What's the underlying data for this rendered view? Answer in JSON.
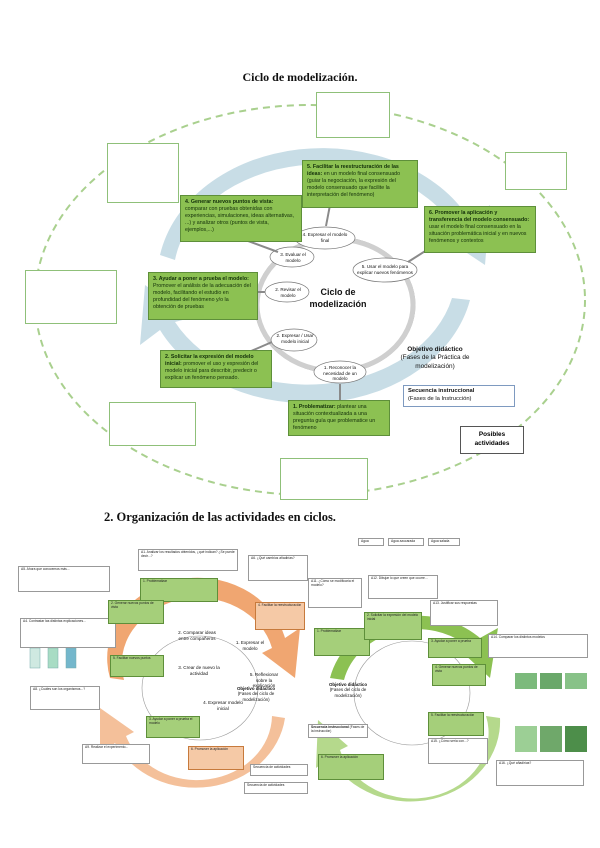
{
  "headings": {
    "section1": "Ciclo de modelización.",
    "section2": "2.   Organización de las actividades en ciclos."
  },
  "cycle": {
    "center": "Ciclo de modelización",
    "steps": [
      "4. Expresar el modelo final",
      "5. Usar el modelo para explicar nuevos fenómenos",
      "3. Evaluar el modelo",
      "2. Revisar el modelo",
      "2. Expresar / Usar modelo inicial",
      "1. Reconocer la necesidad de un modelo"
    ],
    "boxes": [
      {
        "bold": "1. Problematizar:",
        "text": "plantear una situación contextualizada a una pregunta guía que problematice un fenómeno"
      },
      {
        "bold": "2. Solicitar la expresión del modelo inicial:",
        "text": "promover el uso y expresión del modelo inicial para describir, predecir o explicar un fenómeno pensado."
      },
      {
        "bold": "3. Ayudar a poner a prueba el modelo:",
        "text": "Promover el análisis de la adecuación del modelo, facilitando el estudio en profundidad del fenómeno y/o la obtención de pruebas"
      },
      {
        "bold": "4. Generar nuevos puntos de vista:",
        "text": "comparar con pruebas obtenidas con experiencias, simulaciones, ideas alternativas, ...) y analizar otros (puntos de vista, ejemplos,...)"
      },
      {
        "bold": "5. Facilitar la reestructuración de las ideas:",
        "text": "en un modelo final consensuado (guiar la negociación, la expresión del modelo consensuado que facilite la interpretación del fenómeno)"
      },
      {
        "bold": "6. Promover la aplicación y transferencia del modelo consensuado:",
        "text": "usar el modelo final consensuado en la situación problemática inicial y en nuevos fenómenos y contextos"
      }
    ],
    "objective": {
      "title": "Objetivo didáctico",
      "subtitle": "(Fases de la Práctica de modelización)"
    },
    "sequence": {
      "title": "Secuencia instruccional",
      "subtitle": "(Fases de la Instrucción)"
    },
    "possible": "Posibles actividades"
  },
  "detail": {
    "left": {
      "boxes": [
        "A1. Analizar los resultados obtenidos, ¿qué indican? ¿Se puede decir...?",
        "A5. Ahora que conocemos más...",
        "A4. Contrastar las distintas explicaciones...",
        "A6. ¿Qué cambios añadirías?",
        "A8. ¿Cuáles son los organismos...?",
        "A9. Realizar el experimento..."
      ],
      "green_boxes": [
        "1. Problematizar",
        "2. Generar nuevos puntos de vista",
        "5. Facilitar nuevos puntos",
        "3. Ayudar a poner a prueba el modelo"
      ],
      "orange_boxes": [
        "4. Facilitar la reestructuración",
        "6. Promover la aplicación"
      ],
      "steps": [
        "1. Expresar el modelo",
        "2. Comparar ideas entre compañeros",
        "3. Crear de nuevo la actividad",
        "4. Expresar modelo inicial",
        "5. Reflexionar sobre la explicación"
      ]
    },
    "right": {
      "boxes": [
        "A12. Dibujar lo que creen que ocurre...",
        "A13. Justificar sus respuestas",
        "A11. ¿Cómo se modificaría el modelo?",
        "A14. Comparar los distintos modelos",
        "A15. ¿Cómo sería con...?",
        "A16. ¿Qué añadirías?"
      ],
      "green_boxes": [
        "1. Problematizar",
        "2. Solicitar la expresión del modelo inicial",
        "3. Ayudar a poner a prueba",
        "4. Generar nuevos puntos de vista",
        "5. Facilitar la reestructuración",
        "6. Promover la aplicación"
      ],
      "legend": [
        "Agua",
        "Agua azucarada",
        "Agua salada"
      ]
    },
    "labels": {
      "objective": "Objetivo didáctico",
      "objective_sub": "(Fases del ciclo de modelización)",
      "sequence": "Secuencia instruccional",
      "sequence_sub": "(Fases de la instrucción)",
      "sequence_left": "Secuencia de actividades",
      "possible_left": "Secuencia de actividades"
    }
  },
  "colors": {
    "green": "#8cc152",
    "dashed_green": "#a9d08e",
    "blue_arrow": "#b7d3df",
    "orange": "#f0a671"
  }
}
